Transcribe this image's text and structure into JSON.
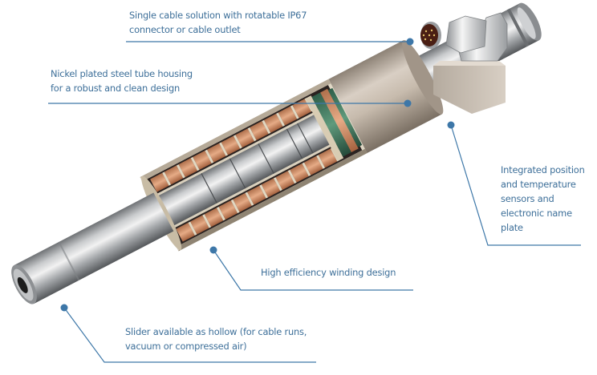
{
  "figure": {
    "subject": "Linear motor actuator cutaway",
    "accent_color": "#3d77a8",
    "callouts": [
      {
        "id": "cable",
        "text": "Single cable solution with rotatable IP67\nconnector or cable outlet"
      },
      {
        "id": "housing",
        "text": "Nickel plated steel tube housing\nfor a robust and clean design"
      },
      {
        "id": "sensors",
        "text": "Integrated position\nand temperature\nsensors and\nelectronic name\nplate"
      },
      {
        "id": "winding",
        "text": "High efficiency winding design"
      },
      {
        "id": "slider",
        "text": "Slider available as hollow (for cable runs,\nvacuum or compressed air)"
      }
    ]
  }
}
